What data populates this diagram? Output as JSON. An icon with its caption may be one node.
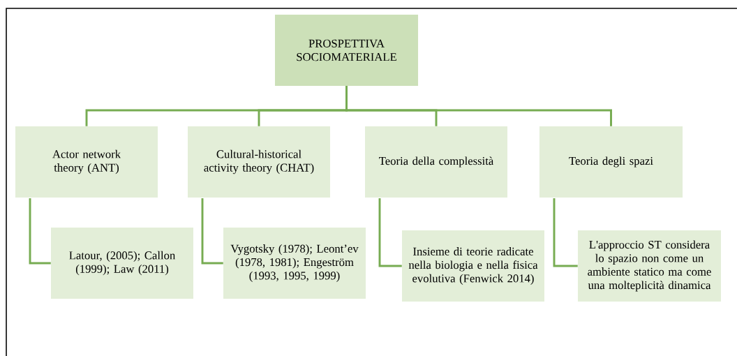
{
  "diagram": {
    "nodes": [
      {
        "text": [
          "PROSPETTIVA SOCIOMATERIALE"
        ]
      },
      {
        "text": [
          "Actor network theory (ANT)"
        ]
      },
      {
        "text": [
          "Cultural-historical activity theory (CHAT)"
        ]
      },
      {
        "text": [
          "Teoria della complessità"
        ]
      },
      {
        "text": [
          "Teoria degli spazi"
        ]
      },
      {
        "text": [
          "Latour, (2005); Callon (1999); Law (2011)"
        ]
      },
      {
        "text": [
          "Vygotsky (1978); Leont’ev (1978, 1981); Engeström (1993, 1995, 1999)"
        ]
      },
      {
        "text": [
          "Insieme di teorie radicate nella biologia e nella fisica evolutiva (Fenwick 2014)"
        ]
      },
      {
        "text": [
          "L'approccio ST considera lo spazio non come un ambiente statico ma come una molteplicità dinamica"
        ]
      }
    ],
    "edges": [
      {
        "from": 0,
        "to": 1,
        "arrow": "none"
      },
      {
        "from": 0,
        "to": 2,
        "arrow": "none"
      },
      {
        "from": 0,
        "to": 3,
        "arrow": "none"
      },
      {
        "from": 0,
        "to": 4,
        "arrow": "none"
      },
      {
        "from": 1,
        "to": 5,
        "arrow": "none"
      },
      {
        "from": 2,
        "to": 6,
        "arrow": "none"
      },
      {
        "from": 3,
        "to": 7,
        "arrow": "none"
      },
      {
        "from": 4,
        "to": 8,
        "arrow": "none"
      }
    ]
  }
}
